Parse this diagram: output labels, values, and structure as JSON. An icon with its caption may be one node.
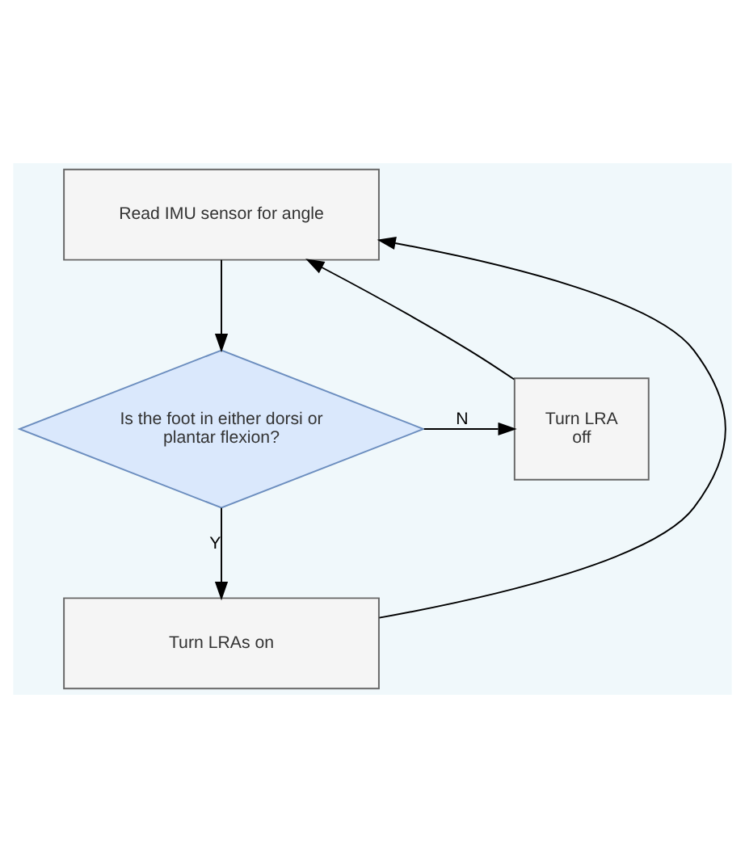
{
  "diagram": {
    "nodes": [
      {
        "text": [
          "Read IMU sensor for angle"
        ]
      },
      {
        "text": [
          "Is the foot in either dorsi or plantar flexion?"
        ]
      },
      {
        "text": [
          "Turn LRA off"
        ]
      },
      {
        "text": [
          "Turn LRAs on"
        ]
      }
    ],
    "edges": [
      {
        "from": 0,
        "to": 1,
        "arrow": "to"
      },
      {
        "from": 1,
        "to": 2,
        "arrow": "to",
        "label": "N"
      },
      {
        "from": 2,
        "to": 0,
        "arrow": "to"
      },
      {
        "from": 1,
        "to": 3,
        "arrow": "to",
        "label": "Y"
      },
      {
        "from": 3,
        "to": 0,
        "arrow": "to"
      }
    ]
  }
}
